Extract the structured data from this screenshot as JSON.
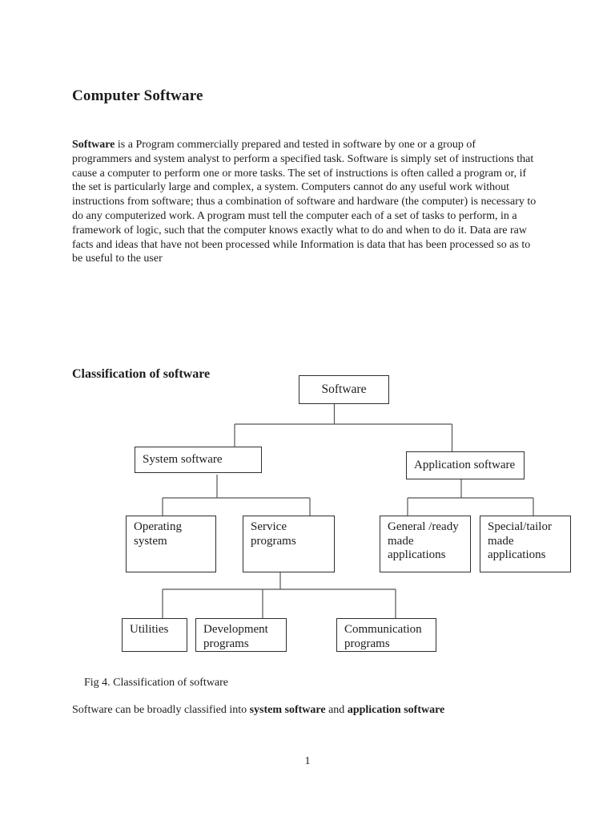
{
  "title": "Computer Software",
  "paragraph": {
    "lead": "Software",
    "rest": " is a Program commercially prepared and tested in software by one or a group of programmers and system analyst to perform a specified task. Software is simply set of instructions that cause a computer to perform one or more tasks. The set of instructions is often called a program or, if the set is particularly large and complex, a system. Computers cannot do any useful work without instructions from software; thus a combination of software and hardware (the computer) is necessary to do any computerized work. A program must tell the computer each of a set of tasks to perform, in a framework of logic, such that the computer knows exactly what to do and when to do it. Data are raw facts and ideas that have not been processed while Information is data that has been processed so as to be useful to the user"
  },
  "section_heading": "Classification of software",
  "diagram": {
    "nodes": {
      "software": "Software",
      "system_software": "System software",
      "application_software": "Application software",
      "operating_system": "Operating\nsystem",
      "service_programs": "Service\nprograms",
      "general_ready": "General /ready\nmade\napplications",
      "special_tailor": "Special/tailor\nmade\napplications",
      "utilities": "Utilities",
      "development_programs": "Development\nprograms",
      "communication_programs": "Communication\nprograms"
    }
  },
  "caption": "Fig 4. Classification of software",
  "closing": {
    "text1": "Software can be broadly classified into ",
    "bold1": "system software",
    "text2": " and ",
    "bold2": "application software"
  },
  "page_number": "1",
  "colors": {
    "text": "#1c1c1c",
    "box_border": "#2f2f2f",
    "connector_line": "#555555",
    "background": "#ffffff"
  }
}
